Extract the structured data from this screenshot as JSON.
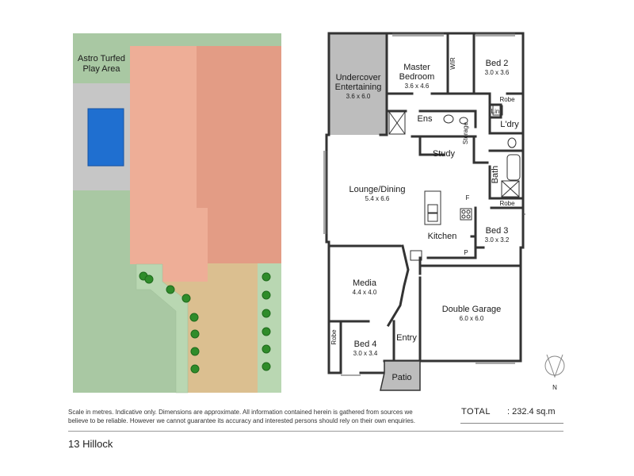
{
  "site": {
    "play_area_label_line1": "Astro Turfed",
    "play_area_label_line2": "Play Area"
  },
  "rooms": {
    "undercover": {
      "line1": "Undercover",
      "line2": "Entertaining",
      "dims": "3.6 x 6.0"
    },
    "master": {
      "line1": "Master",
      "line2": "Bedroom",
      "dims": "3.6 x 4.6"
    },
    "wir": "WIR",
    "bed2": {
      "name": "Bed 2",
      "dims": "3.0 x 3.6"
    },
    "robe_top": "Robe",
    "lin": "Lin",
    "ldry": "L'dry",
    "ens": "Ens",
    "storage": "Storage",
    "study": "Study",
    "bath": "Bath",
    "robe_mid": "Robe",
    "lounge": {
      "name": "Lounge/Dining",
      "dims": "5.4 x 6.6"
    },
    "fridge": "F",
    "pantry": "P",
    "kitchen": "Kitchen",
    "bed3": {
      "name": "Bed 3",
      "dims": "3.0 x 3.2"
    },
    "media": {
      "name": "Media",
      "dims": "4.4 x 4.0"
    },
    "garage": {
      "name": "Double Garage",
      "dims": "6.0 x 6.0"
    },
    "robe_bed4": "Robe",
    "bed4": {
      "name": "Bed 4",
      "dims": "3.0 x 3.4"
    },
    "entry": "Entry",
    "patio": "Patio"
  },
  "compass": {
    "label": "N"
  },
  "footer": {
    "disclaimer_line1": "Scale in metres. Indicative only. Dimensions are approximate. All information contained herein is gathered from sources we",
    "disclaimer_line2": "believe to be reliable. However we cannot guarantee its accuracy and interested persons should rely on their own enquiries.",
    "total_label": "TOTAL",
    "total_value": ":  232.4 sq.m",
    "address": "13 Hillock"
  },
  "colors": {
    "lawn": "#a9c8a3",
    "roof_light": "#eeae97",
    "roof_dark": "#e39c85",
    "pool": "#1e6fcf",
    "paving": "#c8c8c8",
    "driveway": "#dbbf90",
    "undercover": "#bdbdbd"
  }
}
